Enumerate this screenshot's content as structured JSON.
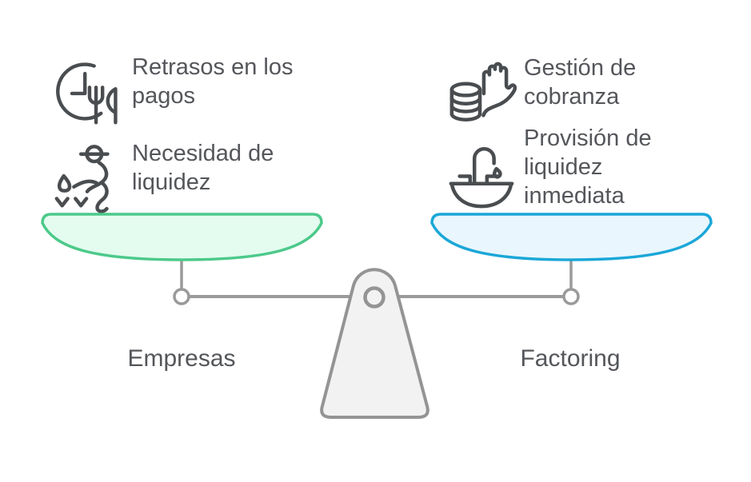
{
  "diagram": {
    "type": "balance-scale-comparison",
    "left": {
      "label": "Empresas",
      "items": [
        {
          "icon": "clock-utensils-icon",
          "text": "Retrasos en los pagos"
        },
        {
          "icon": "sower-icon",
          "text": "Necesidad de liquidez"
        }
      ]
    },
    "right": {
      "label": "Factoring",
      "items": [
        {
          "icon": "hand-coins-icon",
          "text": "Gestión de cobranza"
        },
        {
          "icon": "faucet-basin-icon",
          "text": "Provisión de liquidez inmediata"
        }
      ]
    }
  },
  "colors": {
    "left_pan_stroke": "#4cc98a",
    "left_pan_fill": "#e3fcef",
    "right_pan_stroke": "#1aa7d8",
    "right_pan_fill": "#e9f6fd",
    "frame_gray": "#9a9a9a",
    "fulcrum_fill": "#f2f2f2",
    "fulcrum_stroke": "#949494",
    "icon_stroke": "#4a4d50",
    "text": "#54565a"
  }
}
